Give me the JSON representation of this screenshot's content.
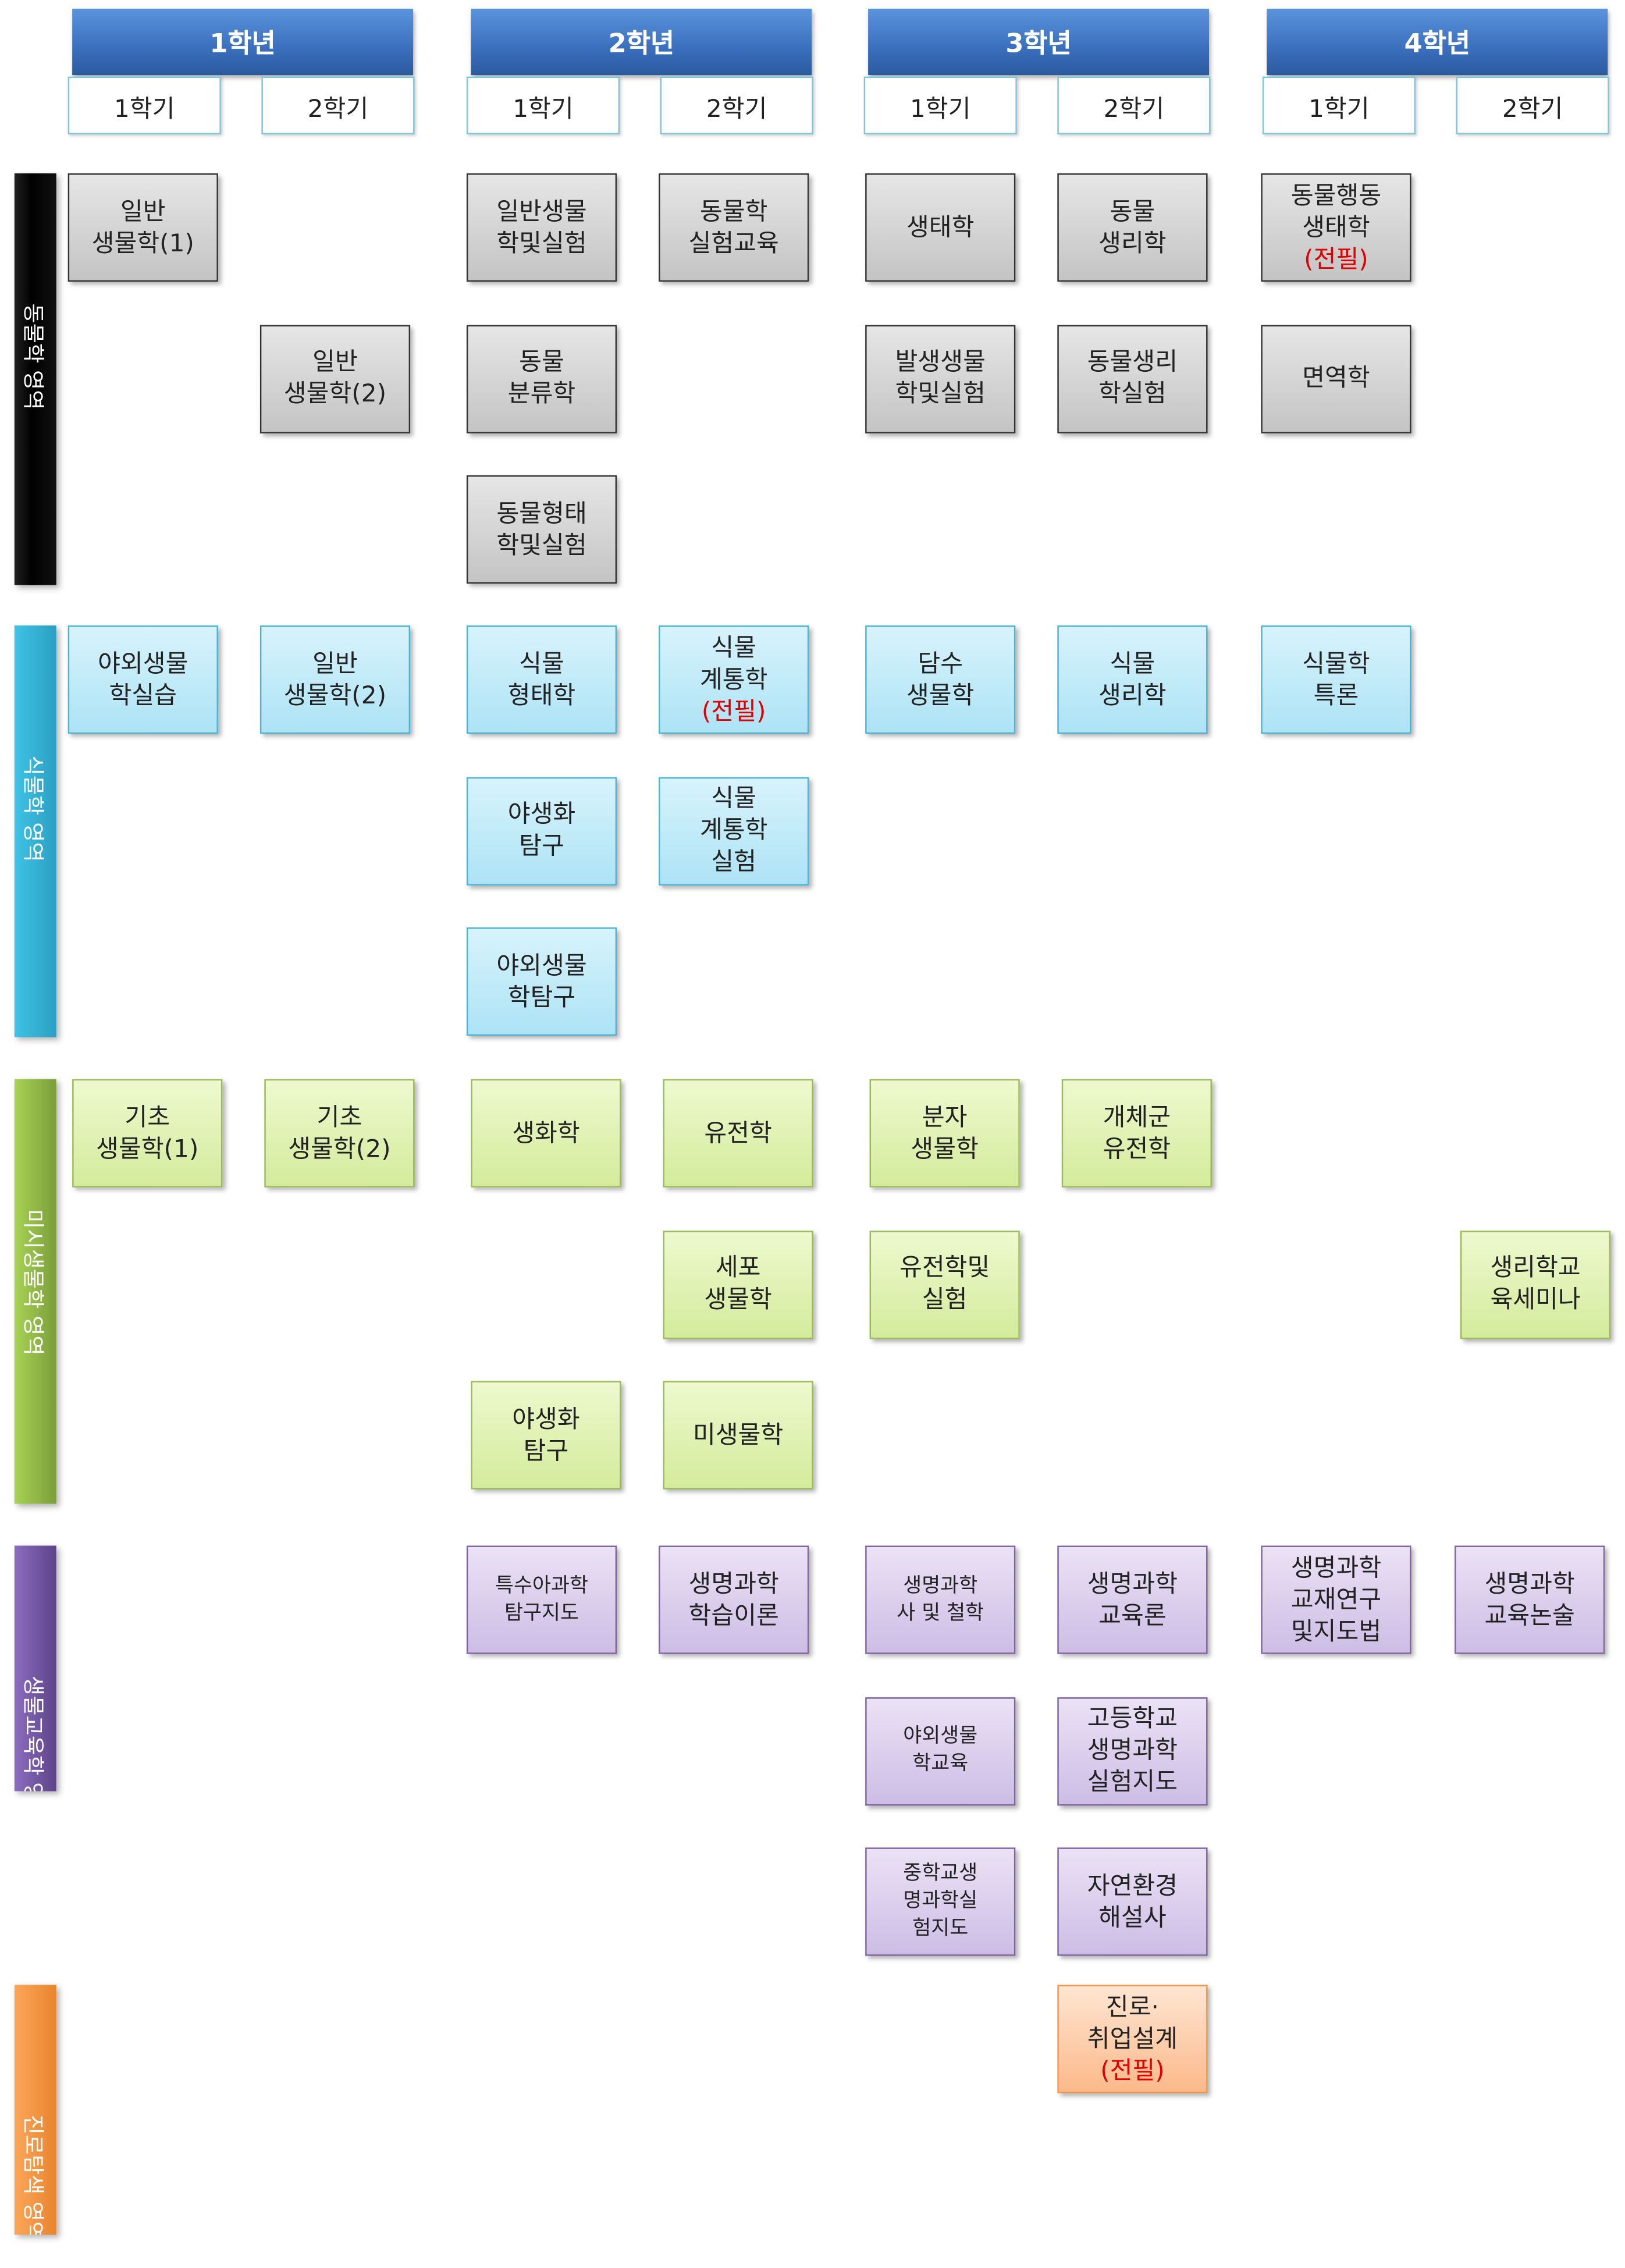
{
  "years": [
    {
      "label": "1학년",
      "semesters": [
        "1학기",
        "2학기"
      ]
    },
    {
      "label": "2학년",
      "semesters": [
        "1학기",
        "2학기"
      ]
    },
    {
      "label": "3학년",
      "semesters": [
        "1학기",
        "2학기"
      ]
    },
    {
      "label": "4학년",
      "semesters": [
        "1학기",
        "2학기"
      ]
    }
  ],
  "colors": {
    "zoo": "#000000",
    "bot": "#31b1d6",
    "mic": "#92c04a",
    "edu": "#7656a6",
    "car": "#f79646"
  },
  "sections": [
    {
      "key": "zoo",
      "label": "동물학 영역",
      "courses": [
        {
          "sem": "1-1",
          "row": 0,
          "lines": [
            "일반",
            "생물학(1)"
          ]
        },
        {
          "sem": "2-1",
          "row": 0,
          "lines": [
            "일반생물",
            "학및실험"
          ]
        },
        {
          "sem": "2-2",
          "row": 0,
          "lines": [
            "동물학",
            "실험교육"
          ]
        },
        {
          "sem": "3-1",
          "row": 0,
          "lines": [
            "생태학"
          ]
        },
        {
          "sem": "3-2",
          "row": 0,
          "lines": [
            "동물",
            "생리학"
          ]
        },
        {
          "sem": "4-1",
          "row": 0,
          "lines": [
            "동물행동",
            "생태학"
          ],
          "note": "(전필)"
        },
        {
          "sem": "1-2",
          "row": 1,
          "lines": [
            "일반",
            "생물학(2)"
          ]
        },
        {
          "sem": "2-1",
          "row": 1,
          "lines": [
            "동물",
            "분류학"
          ]
        },
        {
          "sem": "3-1",
          "row": 1,
          "lines": [
            "발생생물",
            "학및실험"
          ]
        },
        {
          "sem": "3-2",
          "row": 1,
          "lines": [
            "동물생리",
            "학실험"
          ]
        },
        {
          "sem": "4-1",
          "row": 1,
          "lines": [
            "면역학"
          ]
        },
        {
          "sem": "2-1",
          "row": 2,
          "lines": [
            "동물형태",
            "학및실험"
          ]
        }
      ]
    },
    {
      "key": "bot",
      "label": "식물학 영역",
      "courses": [
        {
          "sem": "1-1",
          "row": 0,
          "lines": [
            "야외생물",
            "학실습"
          ]
        },
        {
          "sem": "1-2",
          "row": 0,
          "lines": [
            "일반",
            "생물학(2)"
          ]
        },
        {
          "sem": "2-1",
          "row": 0,
          "lines": [
            "식물",
            "형태학"
          ]
        },
        {
          "sem": "2-2",
          "row": 0,
          "lines": [
            "식물",
            "계통학"
          ],
          "note": "(전필)"
        },
        {
          "sem": "3-1",
          "row": 0,
          "lines": [
            "담수",
            "생물학"
          ]
        },
        {
          "sem": "3-2",
          "row": 0,
          "lines": [
            "식물",
            "생리학"
          ]
        },
        {
          "sem": "4-1",
          "row": 0,
          "lines": [
            "식물학",
            "특론"
          ]
        },
        {
          "sem": "2-1",
          "row": 1,
          "lines": [
            "야생화",
            "탐구"
          ]
        },
        {
          "sem": "2-2",
          "row": 1,
          "lines": [
            "식물",
            "계통학",
            "실험"
          ]
        },
        {
          "sem": "2-1",
          "row": 2,
          "lines": [
            "야외생물",
            "학탐구"
          ]
        }
      ]
    },
    {
      "key": "mic",
      "label": "미시생물학 영역",
      "courses": [
        {
          "sem": "1-1",
          "row": 0,
          "lines": [
            "기초",
            "생물학(1)"
          ]
        },
        {
          "sem": "1-2",
          "row": 0,
          "lines": [
            "기초",
            "생물학(2)"
          ]
        },
        {
          "sem": "2-1",
          "row": 0,
          "lines": [
            "생화학"
          ]
        },
        {
          "sem": "2-2",
          "row": 0,
          "lines": [
            "유전학"
          ]
        },
        {
          "sem": "3-1",
          "row": 0,
          "lines": [
            "분자",
            "생물학"
          ]
        },
        {
          "sem": "3-2",
          "row": 0,
          "lines": [
            "개체군",
            "유전학"
          ]
        },
        {
          "sem": "2-2",
          "row": 1,
          "lines": [
            "세포",
            "생물학"
          ]
        },
        {
          "sem": "3-1",
          "row": 1,
          "lines": [
            "유전학및",
            "실험"
          ]
        },
        {
          "sem": "4-2",
          "row": 1,
          "lines": [
            "생리학교",
            "육세미나"
          ]
        },
        {
          "sem": "2-1",
          "row": 2,
          "lines": [
            "야생화",
            "탐구"
          ]
        },
        {
          "sem": "2-2",
          "row": 2,
          "lines": [
            "미생물학"
          ]
        }
      ]
    },
    {
      "key": "edu",
      "label": "생물교육학 영역",
      "courses": [
        {
          "sem": "2-1",
          "row": 0,
          "lines": [
            "특수아과학",
            "탐구지도"
          ],
          "small": true
        },
        {
          "sem": "2-2",
          "row": 0,
          "lines": [
            "생명과학",
            "학습이론"
          ]
        },
        {
          "sem": "3-1",
          "row": 0,
          "lines": [
            "생명과학",
            "사 및 철학"
          ],
          "small": true
        },
        {
          "sem": "3-2",
          "row": 0,
          "lines": [
            "생명과학",
            "교육론"
          ]
        },
        {
          "sem": "4-1",
          "row": 0,
          "lines": [
            "생명과학",
            "교재연구",
            "및지도법"
          ]
        },
        {
          "sem": "4-2",
          "row": 0,
          "lines": [
            "생명과학",
            "교육논술"
          ]
        },
        {
          "sem": "3-1",
          "row": 1,
          "lines": [
            "야외생물",
            "학교육"
          ],
          "small": true
        },
        {
          "sem": "3-2",
          "row": 1,
          "lines": [
            "고등학교",
            "생명과학",
            "실험지도"
          ]
        },
        {
          "sem": "3-1",
          "row": 2,
          "lines": [
            "중학교생",
            "명과학실",
            "험지도"
          ],
          "small": true
        },
        {
          "sem": "3-2",
          "row": 2,
          "lines": [
            "자연환경",
            "해설사"
          ]
        }
      ]
    },
    {
      "key": "car",
      "label": "진로탐색 영역",
      "courses": [
        {
          "sem": "3-2",
          "row": 0,
          "lines": [
            "진로·",
            "취업설계"
          ],
          "note": "(전필)"
        }
      ]
    }
  ]
}
